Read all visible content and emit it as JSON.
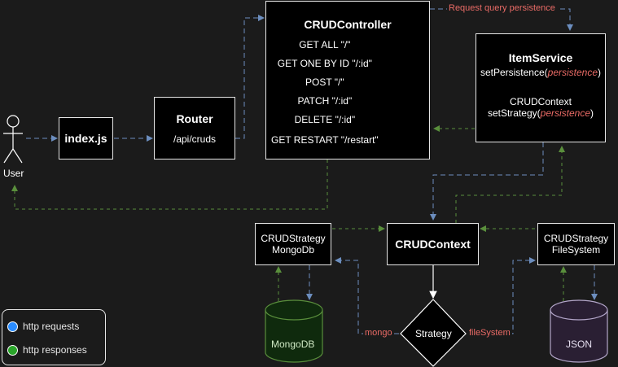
{
  "colors": {
    "request": "#6c8ebf",
    "response": "#5a8f3c",
    "highlight": "#ea6b66",
    "mongo_fill": "#0f2a0d",
    "mongo_stroke": "#5a8f3c",
    "json_fill": "#2a1f33",
    "json_stroke": "#b3a6c9"
  },
  "user": {
    "label": "User"
  },
  "indexjs": {
    "label": "index.js"
  },
  "router": {
    "title": "Router",
    "path": "/api/cruds"
  },
  "controller": {
    "title": "CRUDController",
    "routes": [
      "GET ALL \"/\"",
      "GET ONE BY ID \"/:id\"",
      "POST \"/\"",
      "PATCH \"/:id\"",
      "DELETE \"/:id\"",
      "GET RESTART \"/restart\""
    ]
  },
  "item_service": {
    "title": "ItemService",
    "line1_prefix": "setPersistence(",
    "line1_arg": "persistence",
    "line1_suffix": ")",
    "line2": "CRUDContext",
    "line3_prefix": "setStrategy(",
    "line3_arg": "persistence",
    "line3_suffix": ")"
  },
  "edge_request_persistence": "Request query persistence",
  "crud_context": {
    "label": "CRUDContext"
  },
  "mongo_strategy": {
    "line1": "CRUDStrategy",
    "line2": "MongoDb"
  },
  "file_strategy": {
    "line1": "CRUDStrategy",
    "line2": "FileSystem"
  },
  "strategy": {
    "label": "Strategy",
    "left_edge": "mongo",
    "right_edge": "fileSystem"
  },
  "mongodb": {
    "label": "MongoDB"
  },
  "json_store": {
    "label": "JSON"
  },
  "legend": {
    "requests": "http requests",
    "responses": "http responses"
  }
}
